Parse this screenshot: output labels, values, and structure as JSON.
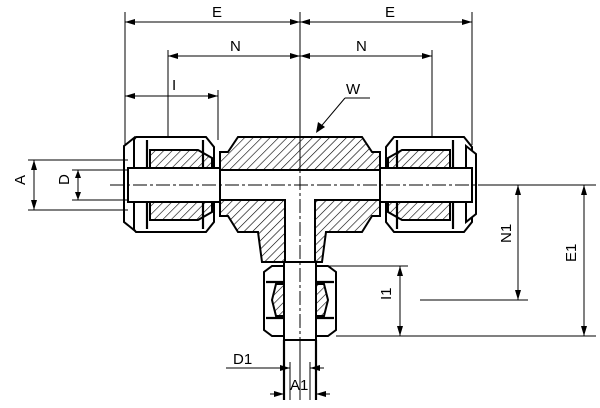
{
  "labels": {
    "E_left": "E",
    "E_right": "E",
    "N_left": "N",
    "N_right": "N",
    "I_top": "I",
    "W": "W",
    "A": "A",
    "D": "D",
    "N1": "N1",
    "E1": "E1",
    "I1": "I1",
    "D1": "D1",
    "A1": "A1"
  }
}
